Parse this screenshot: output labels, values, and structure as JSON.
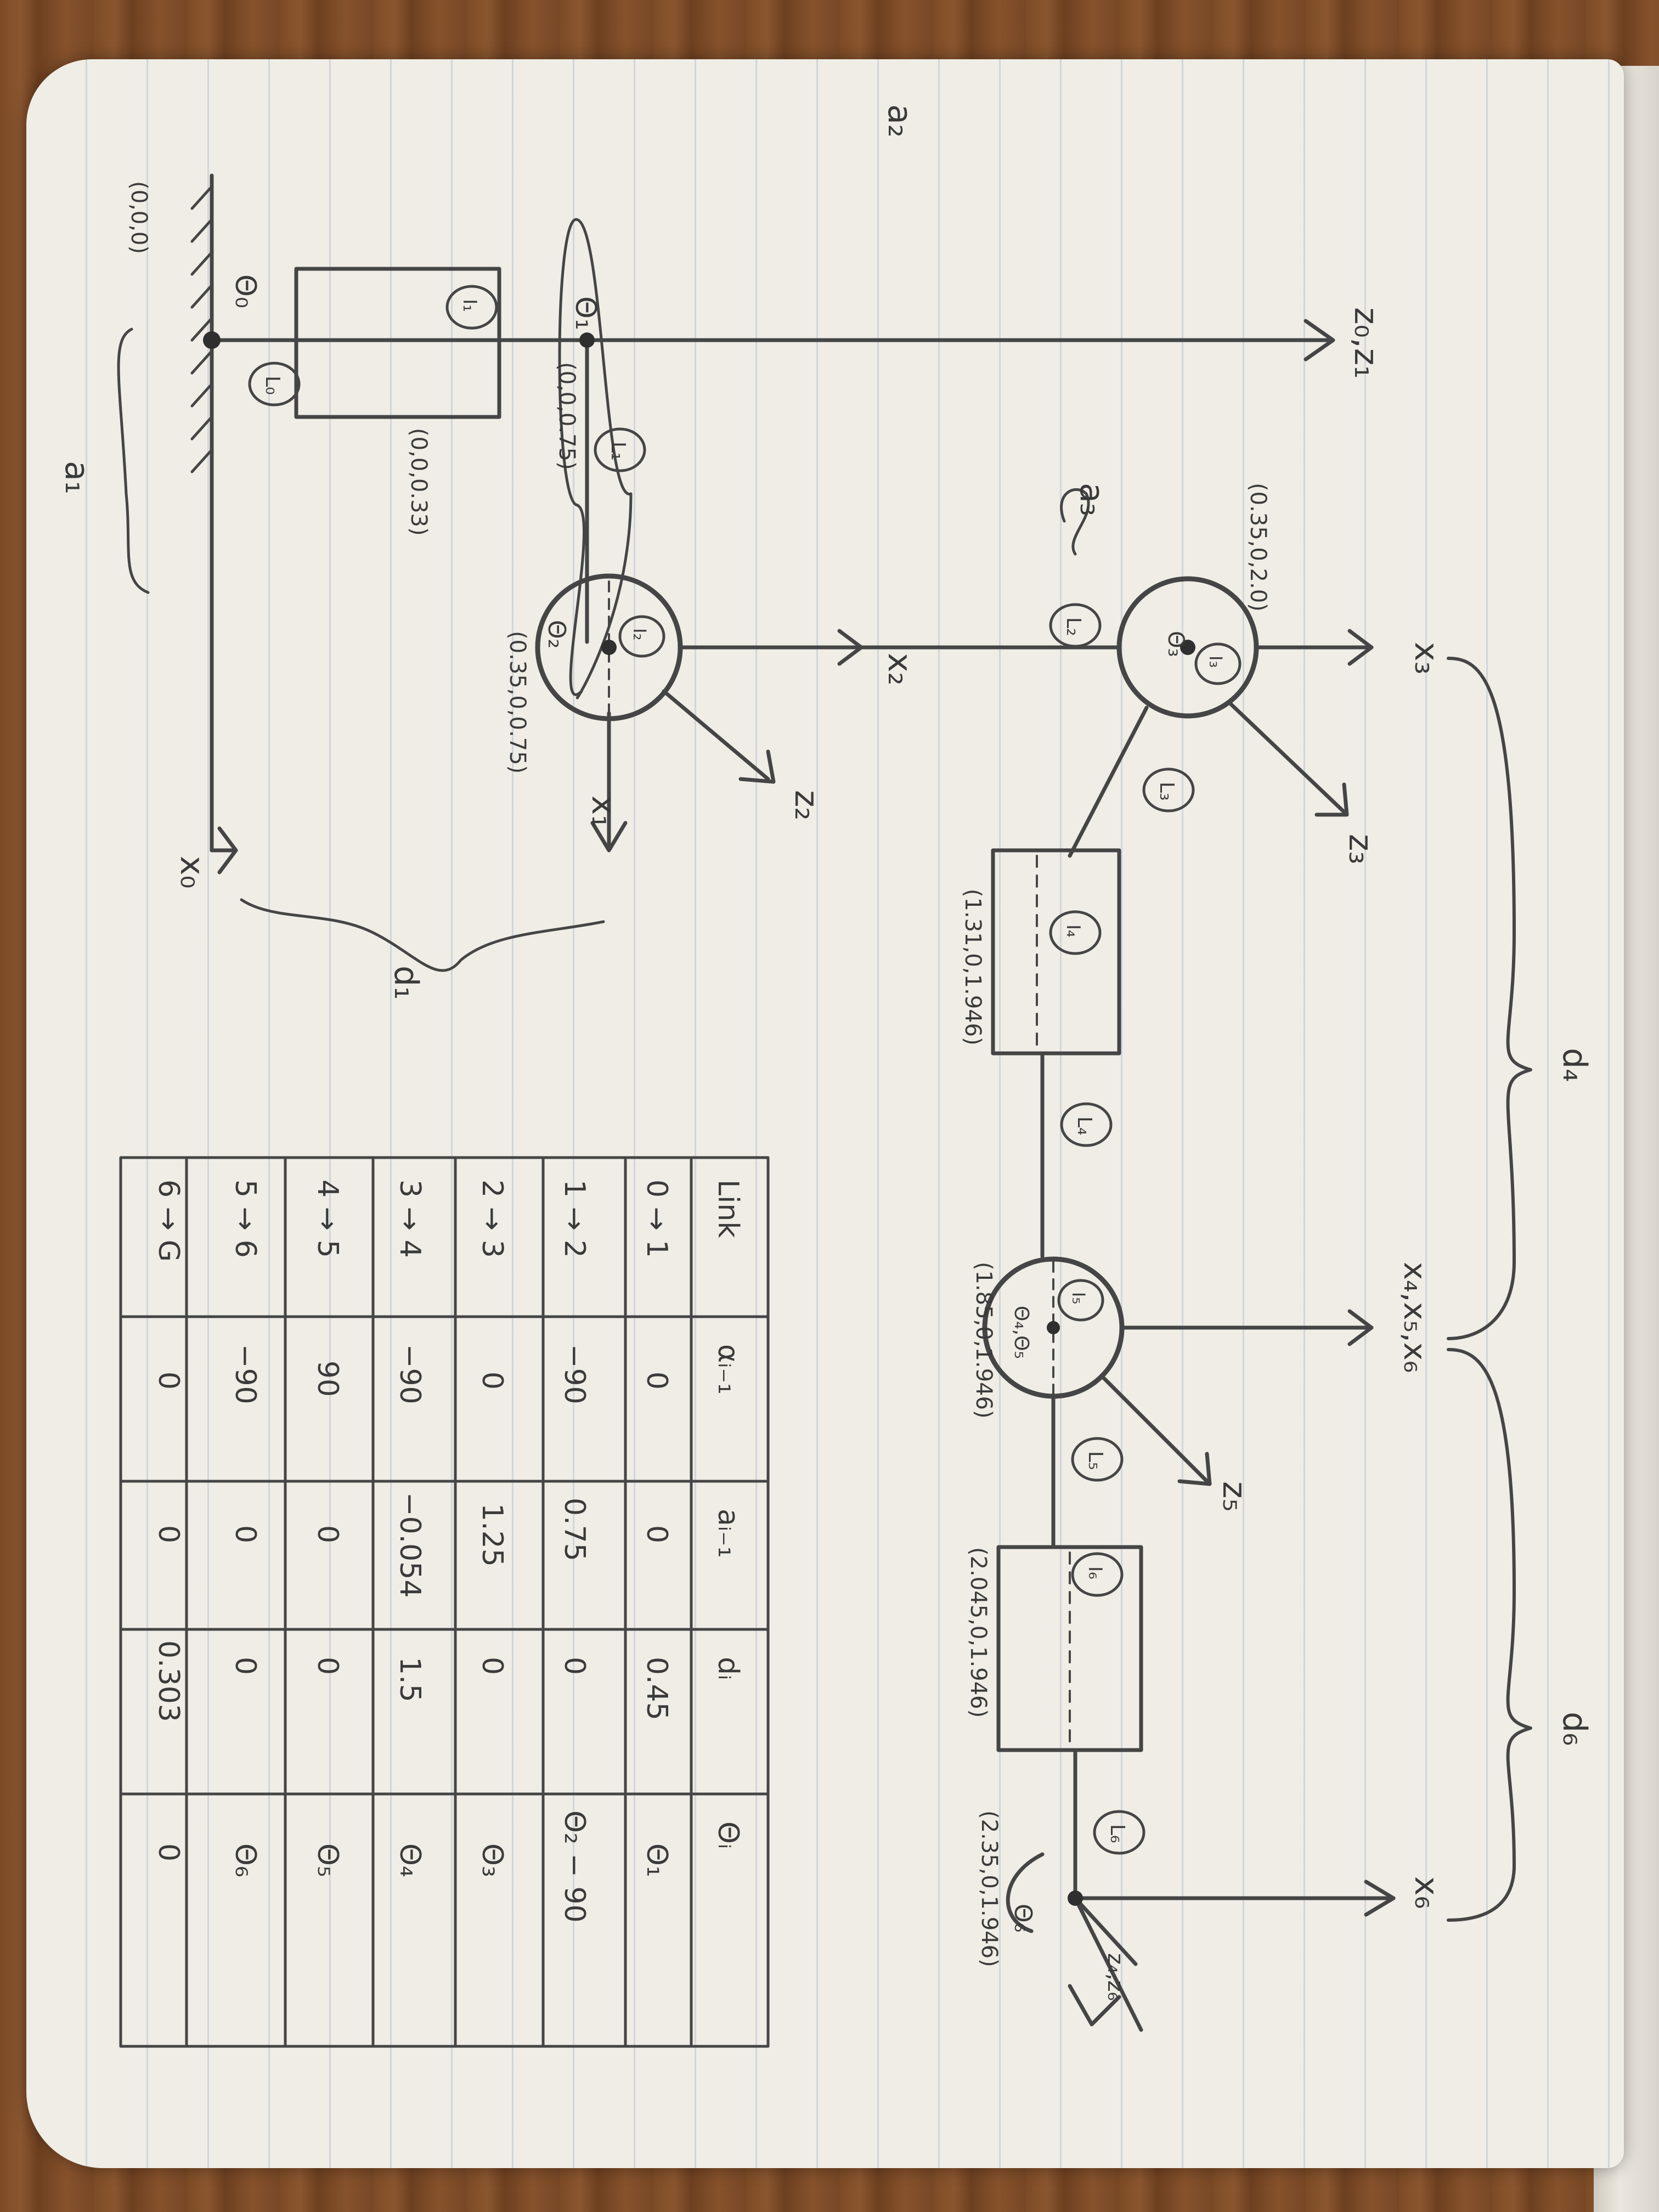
{
  "diagram": {
    "points": {
      "origin": "(0,0,0)",
      "com_1": "(0,0,0.33)",
      "joint_1": "(0,0,0.75)",
      "com_2": "(0.35,0,0.75)",
      "com_3": "(0.35,0,2.0)",
      "com_4": "(1.31,0,1.946)",
      "com_5": "(1.85,0,1.946)",
      "com_6": "(2.045,0,1.946)",
      "end_effector": "(2.35,0,1.946)"
    },
    "joint_labels": [
      "Θ₀",
      "Θ₁",
      "Θ₂",
      "Θ₃",
      "Θ₄,Θ₅",
      "Θ₆"
    ],
    "link_labels": [
      "L₀",
      "L₁",
      "L₂",
      "L₃",
      "L₄",
      "L₅",
      "L₆"
    ],
    "inertia_labels": [
      "I₁",
      "I₂",
      "I₃",
      "I₄",
      "I₅",
      "I₆"
    ],
    "axis_labels": [
      "z₀,z₁",
      "x₀",
      "x₁",
      "x₂",
      "z₂",
      "x₃",
      "z₃",
      "x₄,x₅,x₆",
      "z₅",
      "x₆",
      "z₄,z₆"
    ],
    "dimension_labels": [
      "a₁",
      "a₂",
      "a₃",
      "d₁",
      "d₄",
      "d₆"
    ]
  },
  "dh_table": {
    "headers": [
      "Link",
      "αᵢ₋₁",
      "aᵢ₋₁",
      "dᵢ",
      "Θᵢ"
    ],
    "rows": [
      [
        "0 → 1",
        "0",
        "0",
        "0.45",
        "Θ₁"
      ],
      [
        "1 → 2",
        "−90",
        "0.75",
        "0",
        "Θ₂ − 90"
      ],
      [
        "2 → 3",
        "0",
        "1.25",
        "0",
        "Θ₃"
      ],
      [
        "3 → 4",
        "−90",
        "−0.054",
        "1.5",
        "Θ₄"
      ],
      [
        "4 → 5",
        "90",
        "0",
        "0",
        "Θ₅"
      ],
      [
        "5 → 6",
        "−90",
        "0",
        "0",
        "Θ₆"
      ],
      [
        "6 → G",
        "0",
        "0",
        "0.303",
        "0"
      ]
    ]
  }
}
